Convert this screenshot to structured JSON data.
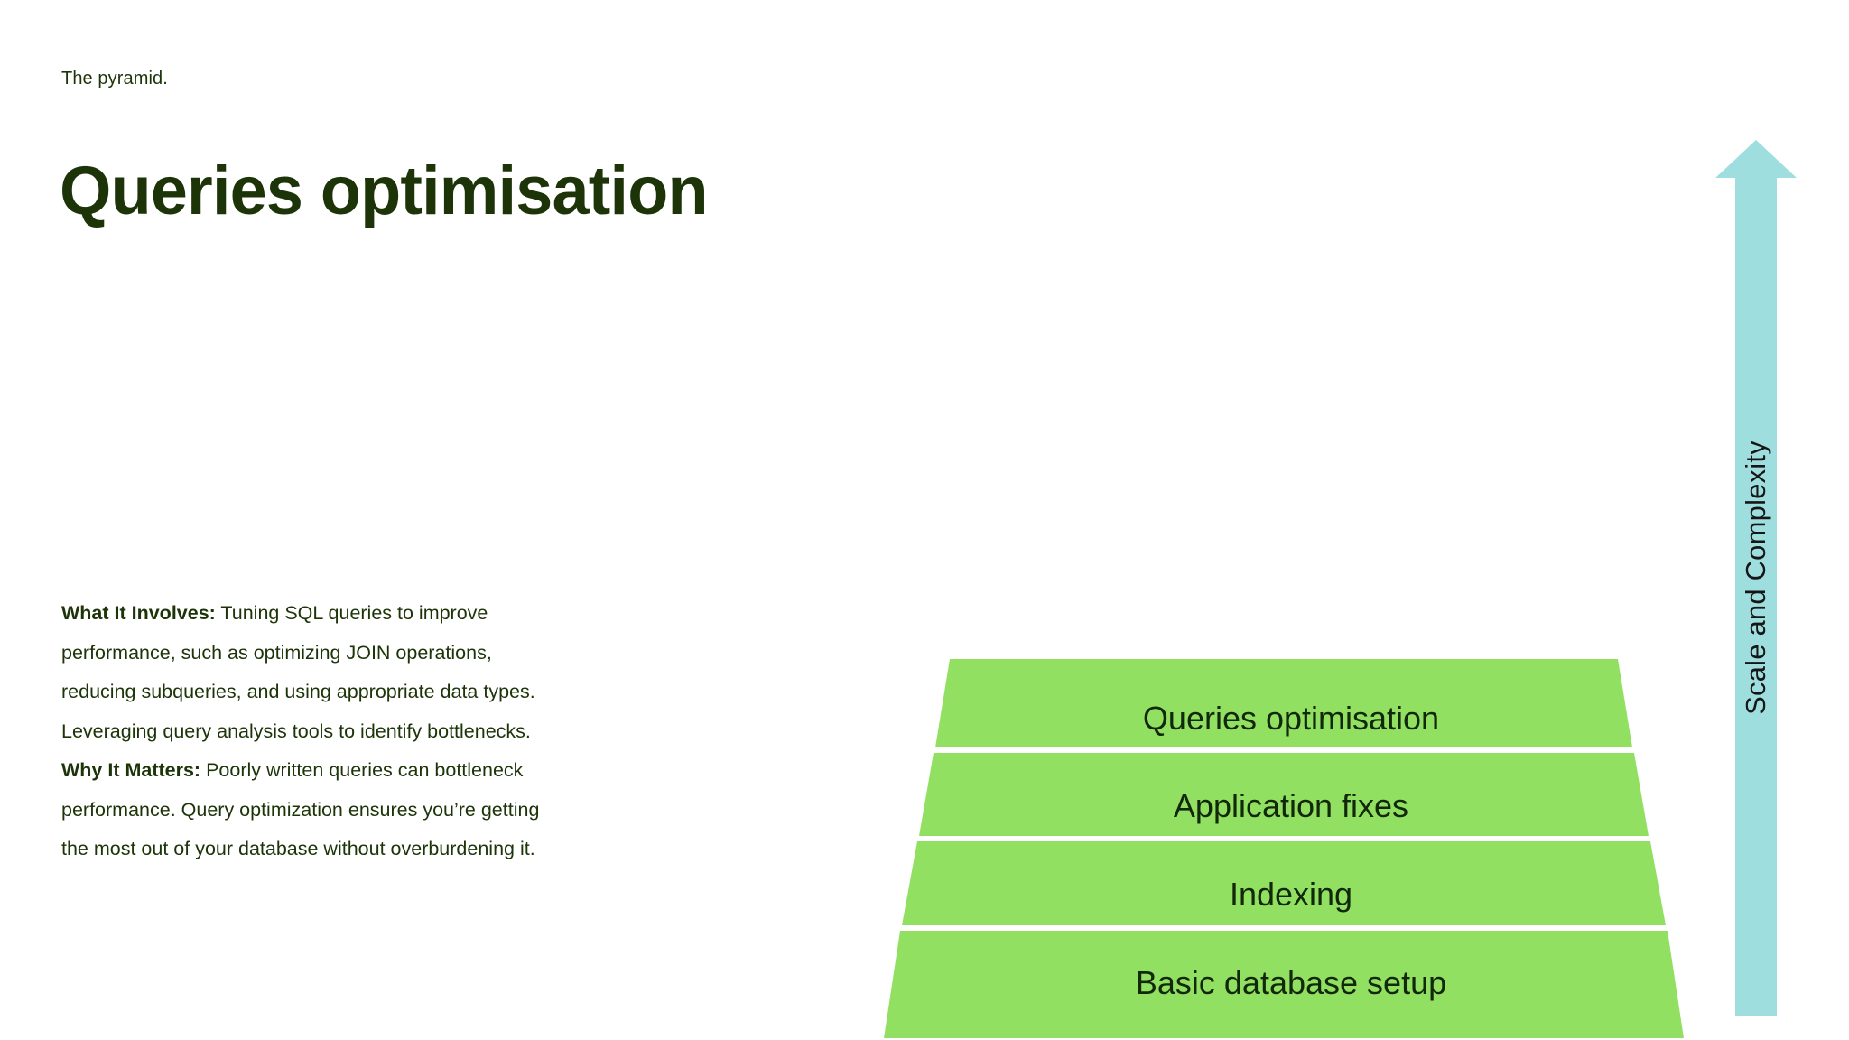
{
  "slide": {
    "eyebrow": "The pyramid.",
    "title": "Queries optimisation"
  },
  "body": {
    "paragraphs": [
      {
        "lead": "What It Involves:",
        "text": " Tuning SQL queries to improve performance, such as optimizing JOIN operations, reducing subqueries, and using appropriate data types. Leveraging query analysis tools to identify bottlenecks."
      },
      {
        "lead": "Why It Matters:",
        "text": " Poorly written queries can bottleneck performance. Query optimization ensures you’re getting the most out of your database without overburdening it."
      }
    ]
  },
  "pyramid": {
    "layers": [
      {
        "label": "Queries optimisation"
      },
      {
        "label": "Application fixes"
      },
      {
        "label": "Indexing"
      },
      {
        "label": "Basic database setup"
      }
    ],
    "fill_color": "#92e061",
    "gap_color": "#ffffff",
    "label_color": "#12280a"
  },
  "axis_arrow": {
    "label": "Scale and Complexity",
    "direction": "up",
    "fill_color": "#9fdede",
    "label_color": "#161616"
  },
  "theme": {
    "background": "#ffffff",
    "text_color": "#1d3409",
    "accent_green": "#92e061",
    "accent_cyan": "#9fdede"
  }
}
